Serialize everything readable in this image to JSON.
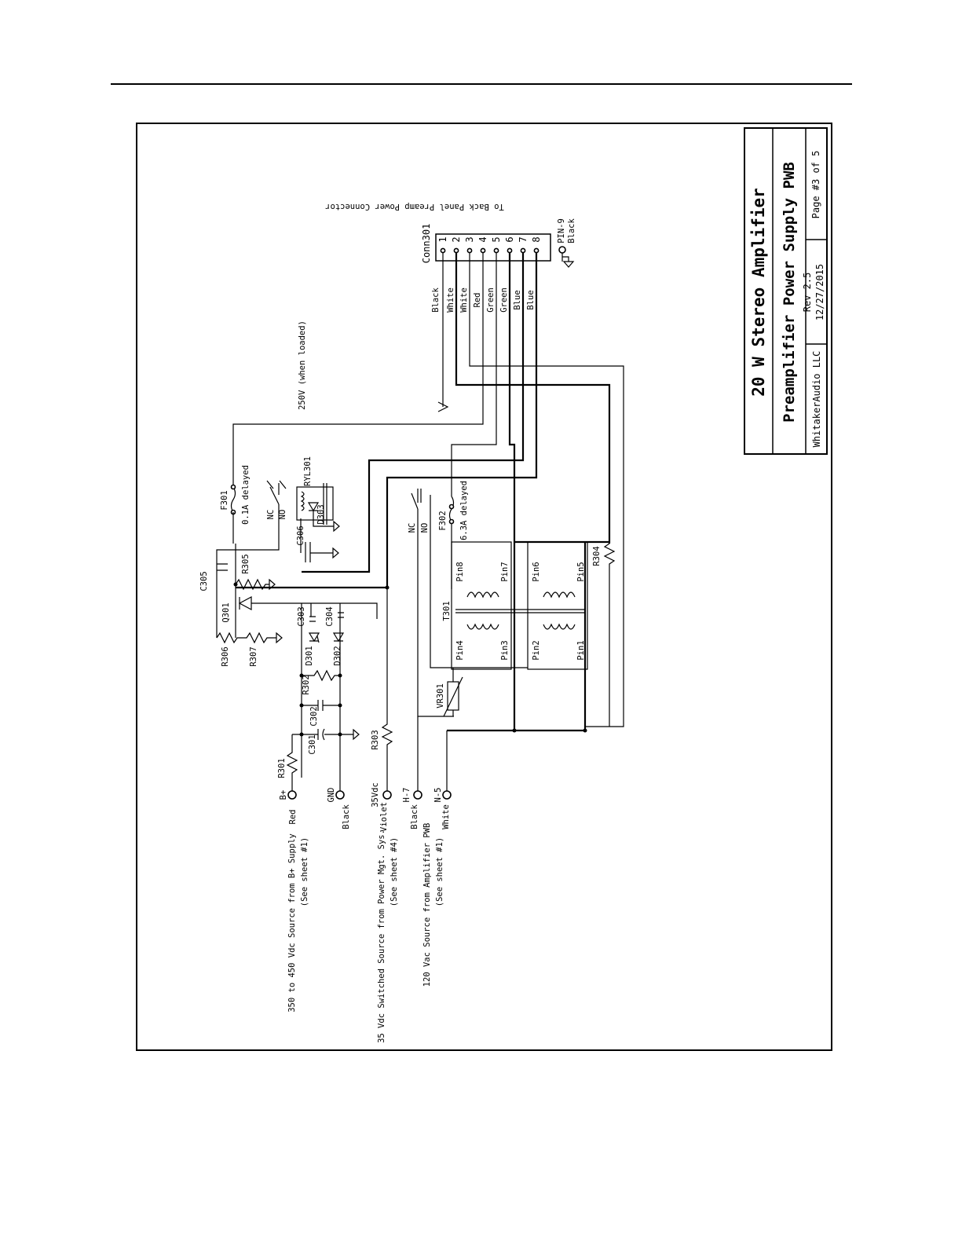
{
  "title_block": {
    "title": "20 W Stereo Amplifier",
    "subtitle": "Preamplifier Power Supply PWB",
    "company": "WhitakerAudio LLC",
    "revision": "Rev 2.5",
    "date": "12/27/2015",
    "page": "Page #3 of 5"
  },
  "inputs": [
    {
      "pin": "B+",
      "wire": "Red",
      "note1": "350 to 450 Vdc Source from B+ Supply",
      "note2": "(See sheet #1)"
    },
    {
      "pin": "GND",
      "wire": "Black",
      "note1": "",
      "note2": ""
    },
    {
      "pin": "35Vdc",
      "wire": "Violet",
      "note1": "35 Vdc Switched Source from Power Mgt. Sys.",
      "note2": "(See sheet #4)"
    },
    {
      "pin": "H-7",
      "wire": "Black",
      "note1": "120 Vac Source from Amplifier PWB",
      "note2": "(See sheet #1)"
    },
    {
      "pin": "N-5",
      "wire": "White",
      "note1": "",
      "note2": ""
    }
  ],
  "connector": {
    "name": "Conn301",
    "caption": "To Back Panel Preamp Power Connector",
    "pins": [
      "1",
      "2",
      "3",
      "4",
      "5",
      "6",
      "7",
      "8"
    ],
    "wires": [
      "Black",
      "White",
      "White",
      "Red",
      "Green",
      "Green",
      "Blue",
      "Blue"
    ],
    "pin9_label": "PIN-9",
    "pin9_wire": "Black"
  },
  "components": {
    "r301": "R301",
    "r302": "R302",
    "r303": "R303",
    "r304": "R304",
    "r305": "R305",
    "r306": "R306",
    "r307": "R307",
    "c301": "C301",
    "c302": "C302",
    "c303": "C303",
    "c304": "C304",
    "c305": "C305",
    "c306": "C306",
    "d301": "D301",
    "d302": "D302",
    "d303": "D303",
    "q301": "Q301",
    "vr301": "VR301",
    "t301": "T301",
    "ryl301": "RYL301",
    "f301": "F301",
    "f301_value": "0.1A delayed",
    "f302": "F302",
    "f302_value": "6.3A delayed",
    "relay_nc": "NC",
    "relay_no": "NO",
    "voltage_note": "250V (when loaded)",
    "t301_pins": [
      "Pin8",
      "Pin7",
      "Pin6",
      "Pin5",
      "Pin4",
      "Pin3",
      "Pin2",
      "Pin1"
    ]
  }
}
